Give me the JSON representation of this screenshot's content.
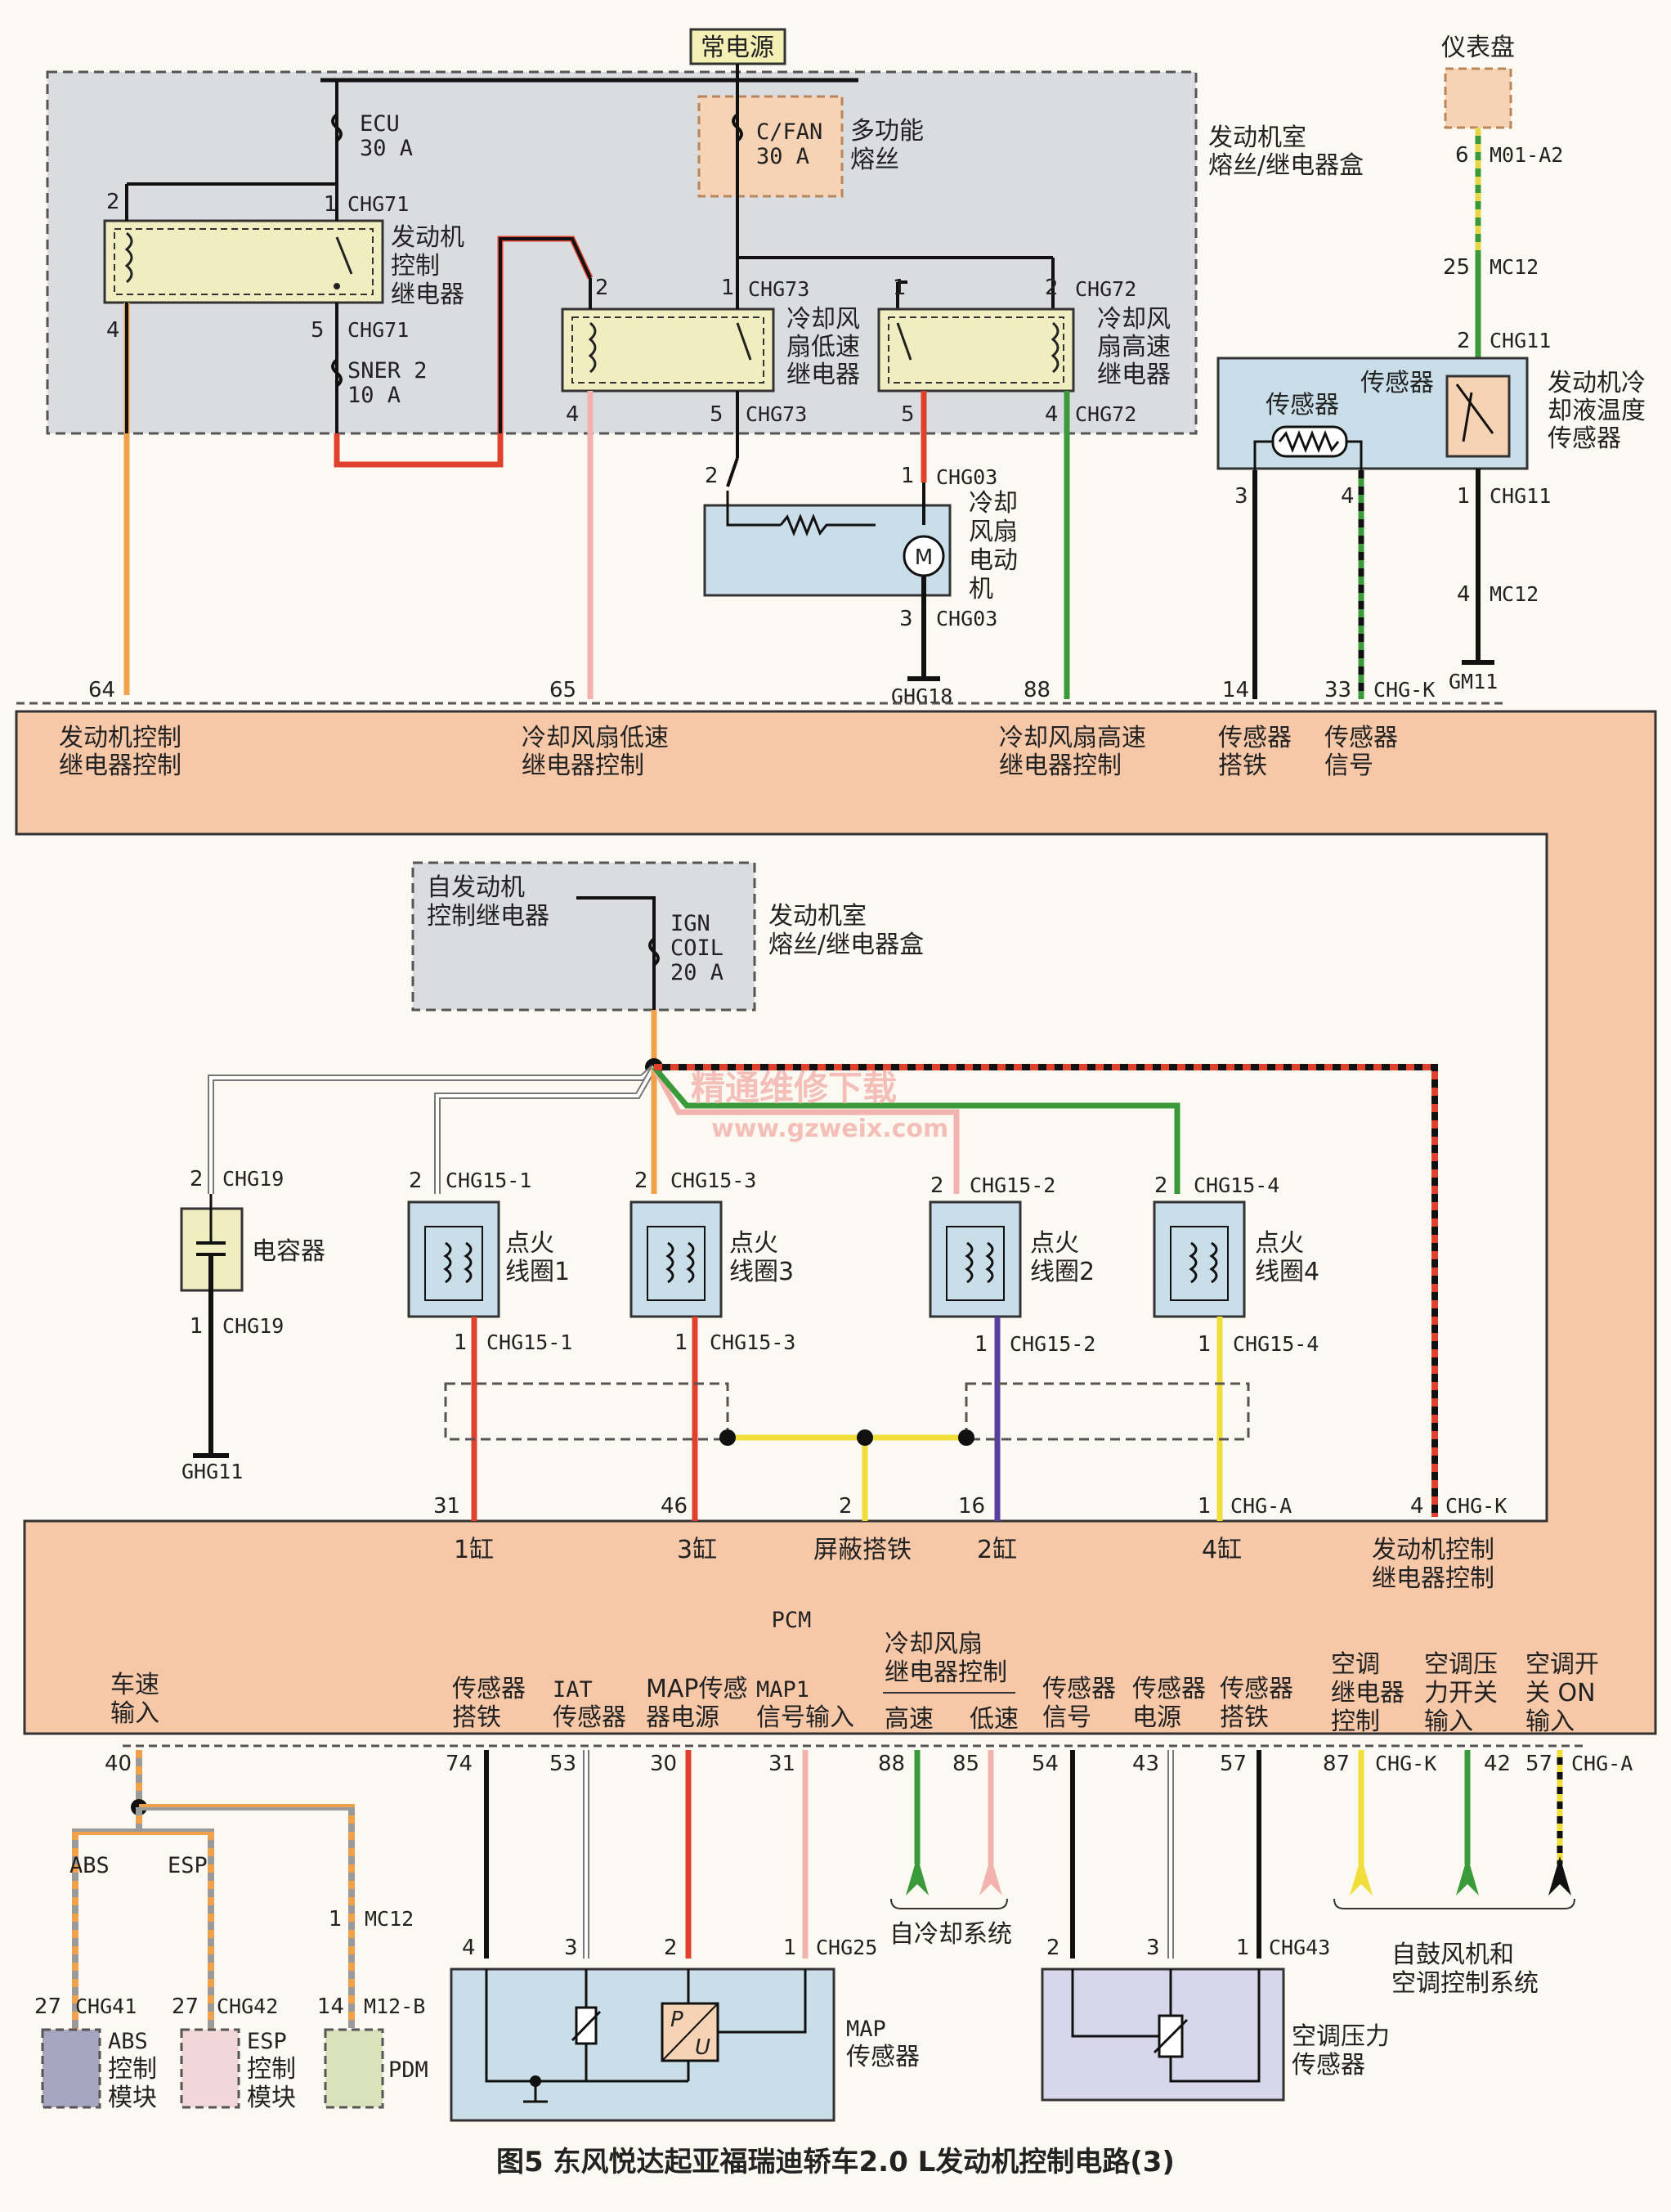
{
  "power": {
    "constant": "常电源",
    "dashboard": "仪表盘"
  },
  "fuse_box": {
    "label_line1": "发动机室",
    "label_line2": "熔丝/继电器盒",
    "ecu_fuse_1": "ECU",
    "ecu_fuse_2": "30 A",
    "sner_fuse_1": "SNER 2",
    "sner_fuse_2": "10 A",
    "cfan_fuse_1": "C/FAN",
    "cfan_fuse_2": "30 A",
    "multi_fuse_1": "多功能",
    "multi_fuse_2": "熔丝"
  },
  "relays": {
    "engine_1": "发动机",
    "engine_2": "控制",
    "engine_3": "继电器",
    "low_1": "冷却风",
    "low_2": "扇低速",
    "low_3": "继电器",
    "high_1": "冷却风",
    "high_2": "扇高速",
    "high_3": "继电器"
  },
  "fan_motor": {
    "l1": "冷却",
    "l2": "风扇",
    "l3": "电动",
    "l4": "机",
    "m": "M"
  },
  "coolant": {
    "l1": "发动机冷",
    "l2": "却液温度",
    "l3": "传感器",
    "sensor_a": "传感器",
    "sensor_b": "传感器"
  },
  "connectors": {
    "chg71": "CHG71",
    "chg73": "CHG73",
    "chg72": "CHG72",
    "chg03": "CHG03",
    "ghg18": "GHG18",
    "chgk": "CHG-K",
    "chg11": "CHG11",
    "mc12": "MC12",
    "m01a2": "M01-A2",
    "gm11": "GM11",
    "chg19": "CHG19",
    "ghg11": "GHG11",
    "chg15_1": "CHG15-1",
    "chg15_3": "CHG15-3",
    "chg15_2": "CHG15-2",
    "chg15_4": "CHG15-4",
    "chga": "CHG-A",
    "chg25": "CHG25",
    "chg43": "CHG43",
    "chg41": "CHG41",
    "chg42": "CHG42",
    "m12b": "M12-B"
  },
  "pins": {
    "p1": "1",
    "p2": "2",
    "p3": "3",
    "p4": "4",
    "p5": "5",
    "p6": "6",
    "p14": "14",
    "p16": "16",
    "p25": "25",
    "p27": "27",
    "p30": "30",
    "p31": "31",
    "p33": "33",
    "p40": "40",
    "p42": "42",
    "p43": "43",
    "p46": "46",
    "p53": "53",
    "p54": "54",
    "p57": "57",
    "p64": "64",
    "p65": "65",
    "p74": "74",
    "p85": "85",
    "p87": "87",
    "p88": "88"
  },
  "pcm_top": {
    "ctrl_relay_1": "发动机控制",
    "ctrl_relay_2": "继电器控制",
    "fan_low_1": "冷却风扇低速",
    "fan_low_2": "继电器控制",
    "fan_high_1": "冷却风扇高速",
    "fan_high_2": "继电器控制",
    "sensor_gnd_1": "传感器",
    "sensor_gnd_2": "搭铁",
    "sensor_sig_1": "传感器",
    "sensor_sig_2": "信号"
  },
  "ign": {
    "from_1": "自发动机",
    "from_2": "控制继电器",
    "fuse_1": "IGN",
    "fuse_2": "COIL",
    "fuse_3": "20 A",
    "box_1": "发动机室",
    "box_2": "熔丝/继电器盒",
    "watermark_1": "精通维修下载",
    "watermark_2": "www.gzweix.com"
  },
  "capacitor": "电容器",
  "coils": {
    "c1_a": "点火",
    "c1_b": "线圈1",
    "c3_a": "点火",
    "c3_b": "线圈3",
    "c2_a": "点火",
    "c2_b": "线圈2",
    "c4_a": "点火",
    "c4_b": "线圈4"
  },
  "pcm": {
    "title": "PCM",
    "cyl1": "1缸",
    "cyl3": "3缸",
    "shield": "屏蔽搭铁",
    "cyl2": "2缸",
    "cyl4": "4缸",
    "relay_ctrl_1": "发动机控制",
    "relay_ctrl_2": "继电器控制",
    "speed_1": "车速",
    "speed_2": "输入",
    "sg1_1": "传感器",
    "sg1_2": "搭铁",
    "iat_1": "IAT",
    "iat_2": "传感器",
    "mappw_1": "MAP传感",
    "mappw_2": "器电源",
    "map1_1": "MAP1",
    "map1_2": "信号输入",
    "fan_ctrl_1": "冷却风扇",
    "fan_ctrl_2": "继电器控制",
    "fan_high": "高速",
    "fan_low": "低速",
    "ss_1": "传感器",
    "ss_2": "信号",
    "sp_1": "传感器",
    "sp_2": "电源",
    "sg2_1": "传感器",
    "sg2_2": "搭铁",
    "ac_relay_1": "空调",
    "ac_relay_2": "继电器",
    "ac_relay_3": "控制",
    "ac_press_1": "空调压",
    "ac_press_2": "力开关",
    "ac_press_3": "输入",
    "ac_on_1": "空调开",
    "ac_on_2": "关 ON",
    "ac_on_3": "输入"
  },
  "bottom": {
    "abs": "ABS",
    "esp": "ESP",
    "abs_mod_1": "ABS",
    "abs_mod_2": "控制",
    "abs_mod_3": "模块",
    "esp_mod_1": "ESP",
    "esp_mod_2": "控制",
    "esp_mod_3": "模块",
    "pdm": "PDM",
    "from_cooling": "自冷却系统",
    "from_blower_1": "自鼓风机和",
    "from_blower_2": "空调控制系统",
    "map_1": "MAP",
    "map_2": "传感器",
    "acp_1": "空调压力",
    "acp_2": "传感器",
    "pu_p": "P",
    "pu_u": "U"
  },
  "caption": "图5  东风悦达起亚福瑞迪轿车2.0 L发动机控制电路(3)"
}
